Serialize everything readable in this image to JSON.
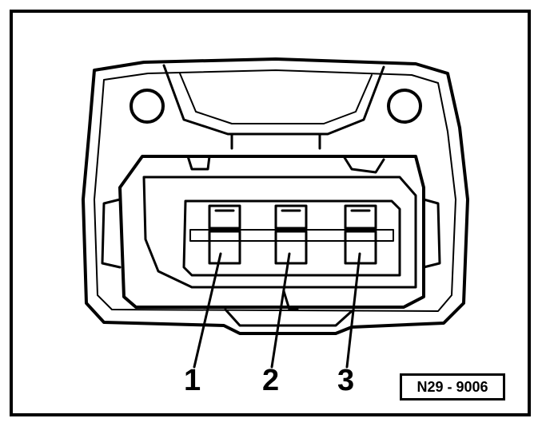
{
  "pins": [
    {
      "id": "pin-1",
      "label": "1"
    },
    {
      "id": "pin-2",
      "label": "2"
    },
    {
      "id": "pin-3",
      "label": "3"
    }
  ],
  "reference_code": "N29 - 9006",
  "colors": {
    "ink": "#000000",
    "paper": "#ffffff"
  }
}
